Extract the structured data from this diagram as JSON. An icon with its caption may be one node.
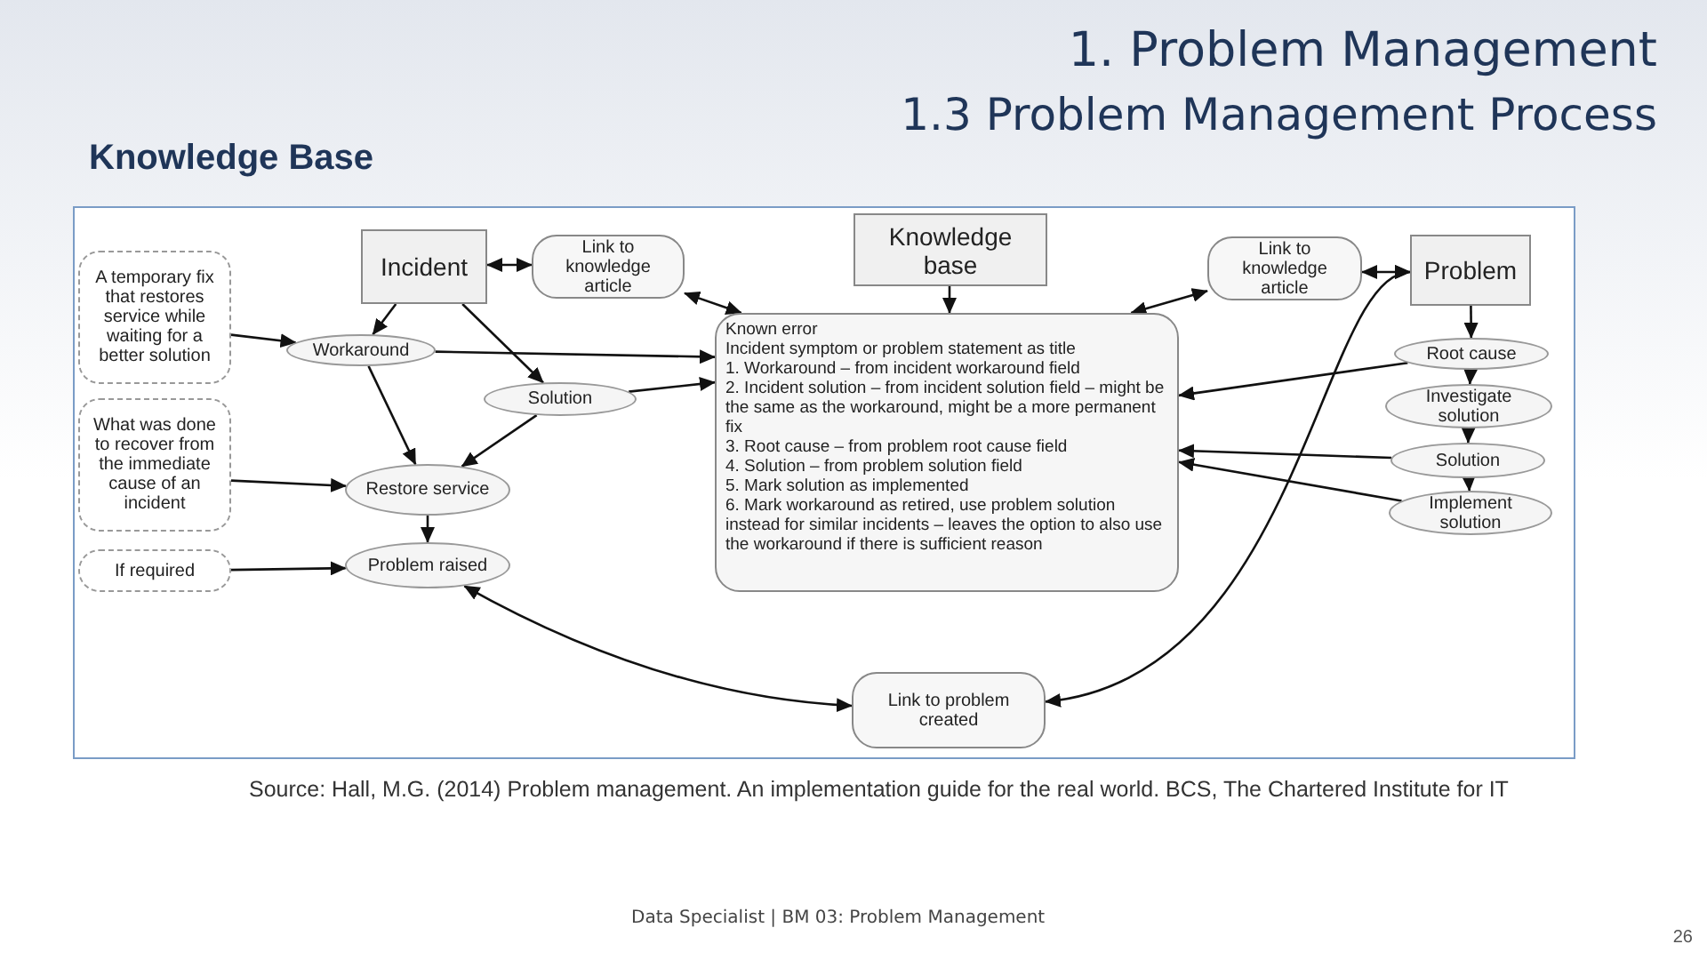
{
  "diagram": {
    "title": "1. Problem Management",
    "caption": "Source: Hall, M.G. (2014) Problem management. An implementation guide for the real world. BCS, The Chartered Institute for IT",
    "nodes": [
      {
        "text": [
          "Incident"
        ]
      },
      {
        "text": [
          "Link to knowledge article"
        ]
      },
      {
        "text": [
          "Knowledge base"
        ]
      },
      {
        "text": [
          "Link to knowledge article"
        ]
      },
      {
        "text": [
          "Problem"
        ]
      },
      {
        "text": [
          "A temporary fix that restores service while waiting for a better solution"
        ]
      },
      {
        "text": [
          "Workaround"
        ]
      },
      {
        "text": [
          "Solution"
        ]
      },
      {
        "text": [
          "Known error",
          "Incident symptom or problem statement as title",
          "1. Workaround – from incident workaround field",
          "2. Incident solution – from incident solution field – might be the same as the workaround, might be a more permanent fix",
          "3. Root cause – from problem root cause field",
          "4. Solution – from problem solution field",
          "5. Mark solution as implemented",
          "6. Mark workaround as retired, use problem solution instead for similar incidents – leaves the option to also use the workaround if there is sufficient reason"
        ]
      },
      {
        "text": [
          "Root cause"
        ]
      },
      {
        "text": [
          "Investigate solution"
        ]
      },
      {
        "text": [
          "Solution"
        ]
      },
      {
        "text": [
          "Implement solution"
        ]
      },
      {
        "text": [
          "What was done to recover from the immediate cause of an incident"
        ]
      },
      {
        "text": [
          "Restore service"
        ]
      },
      {
        "text": [
          "If required"
        ]
      },
      {
        "text": [
          "Problem raised"
        ]
      },
      {
        "text": [
          "Link to problem created"
        ]
      }
    ],
    "edges": [
      {
        "from": 0,
        "to": 1,
        "arrow": "both"
      },
      {
        "from": 1,
        "to": 8,
        "arrow": "both"
      },
      {
        "from": 2,
        "to": 8,
        "arrow": "to"
      },
      {
        "from": 8,
        "to": 3,
        "arrow": "both"
      },
      {
        "from": 3,
        "to": 4,
        "arrow": "both"
      },
      {
        "from": 0,
        "to": 6,
        "arrow": "to"
      },
      {
        "from": 0,
        "to": 7,
        "arrow": "to"
      },
      {
        "from": 5,
        "to": 6,
        "arrow": "to"
      },
      {
        "from": 6,
        "to": 8,
        "arrow": "to"
      },
      {
        "from": 7,
        "to": 8,
        "arrow": "to"
      },
      {
        "from": 6,
        "to": 14,
        "arrow": "to"
      },
      {
        "from": 7,
        "to": 14,
        "arrow": "to"
      },
      {
        "from": 13,
        "to": 14,
        "arrow": "to"
      },
      {
        "from": 14,
        "to": 16,
        "arrow": "to"
      },
      {
        "from": 15,
        "to": 16,
        "arrow": "to"
      },
      {
        "from": 16,
        "to": 17,
        "arrow": "both"
      },
      {
        "from": 17,
        "to": 4,
        "arrow": "both"
      },
      {
        "from": 4,
        "to": 9,
        "arrow": "to"
      },
      {
        "from": 9,
        "to": 10,
        "arrow": "to"
      },
      {
        "from": 10,
        "to": 11,
        "arrow": "to"
      },
      {
        "from": 11,
        "to": 12,
        "arrow": "to"
      },
      {
        "from": 9,
        "to": 8,
        "arrow": "to"
      },
      {
        "from": 11,
        "to": 8,
        "arrow": "to"
      },
      {
        "from": 12,
        "to": 8,
        "arrow": "to"
      }
    ],
    "labels": [
      "1.3 Problem Management Process",
      "Knowledge Base",
      "Data Specialist | BM 03: Problem Management",
      "26"
    ]
  }
}
